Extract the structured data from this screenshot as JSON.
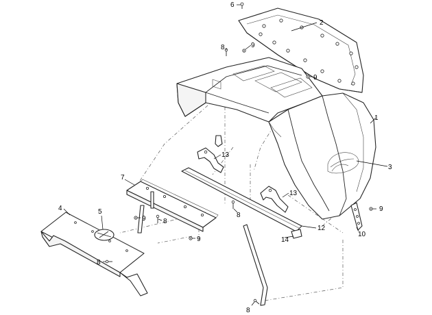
{
  "diagram": {
    "callouts": {
      "c1": "1",
      "c2": "2",
      "c3": "3",
      "c4": "4",
      "c5": "5",
      "c6": "6",
      "c7": "7",
      "c8a": "8",
      "c8b": "8",
      "c8c": "8",
      "c8d": "8",
      "c8e": "8",
      "c9a": "9",
      "c9b": "9",
      "c9c": "9",
      "c9d": "9",
      "c9e": "9",
      "c10": "10",
      "c12": "12",
      "c13a": "13",
      "c13b": "13",
      "c14": "14"
    }
  }
}
